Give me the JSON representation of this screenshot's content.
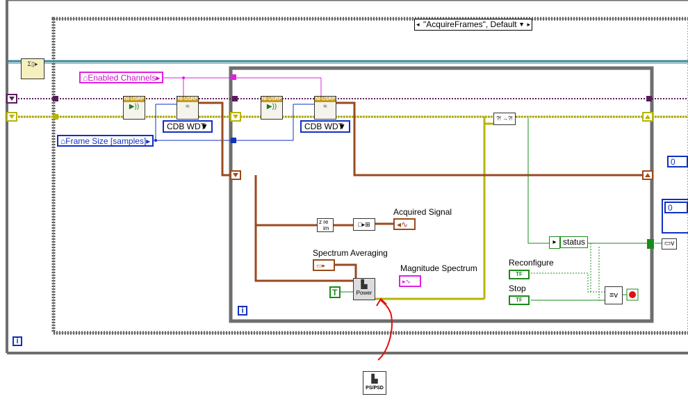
{
  "case_selector": "\"AcquireFrames\", Default",
  "controls": {
    "enabled_channels": "Enabled Channels",
    "frame_size": "Frame Size [samples]",
    "spectrum_averaging": "Spectrum Averaging",
    "reconfigure": "Reconfigure",
    "stop": "Stop",
    "true_const": "T",
    "numeric_zero_1": "0",
    "numeric_zero_2": "0"
  },
  "indicators": {
    "acquired_signal": "Acquired Signal",
    "magnitude_spectrum": "Magnitude Spectrum",
    "status": "status"
  },
  "rings": {
    "mode_1": "CDB WDT",
    "mode_2": "CDB WDT"
  },
  "vi_labels": {
    "usrp_header": "NI-USRP",
    "power": "Power",
    "ps_psd": "PS/PSD",
    "complex_re": "re",
    "complex_im": "im",
    "tf": "TF"
  },
  "loop_info": "i",
  "colors": {
    "loop_frame": "#6e6e6e",
    "pink_wire": "#e020e0",
    "blue_wire": "#1030c0",
    "yellow_wire": "#b8b400",
    "cluster_wire": "#9a4a1e",
    "green_wire": "#1a8a1a",
    "purple_wire": "#5a1a5a",
    "annotation_arrow": "#e01010"
  }
}
